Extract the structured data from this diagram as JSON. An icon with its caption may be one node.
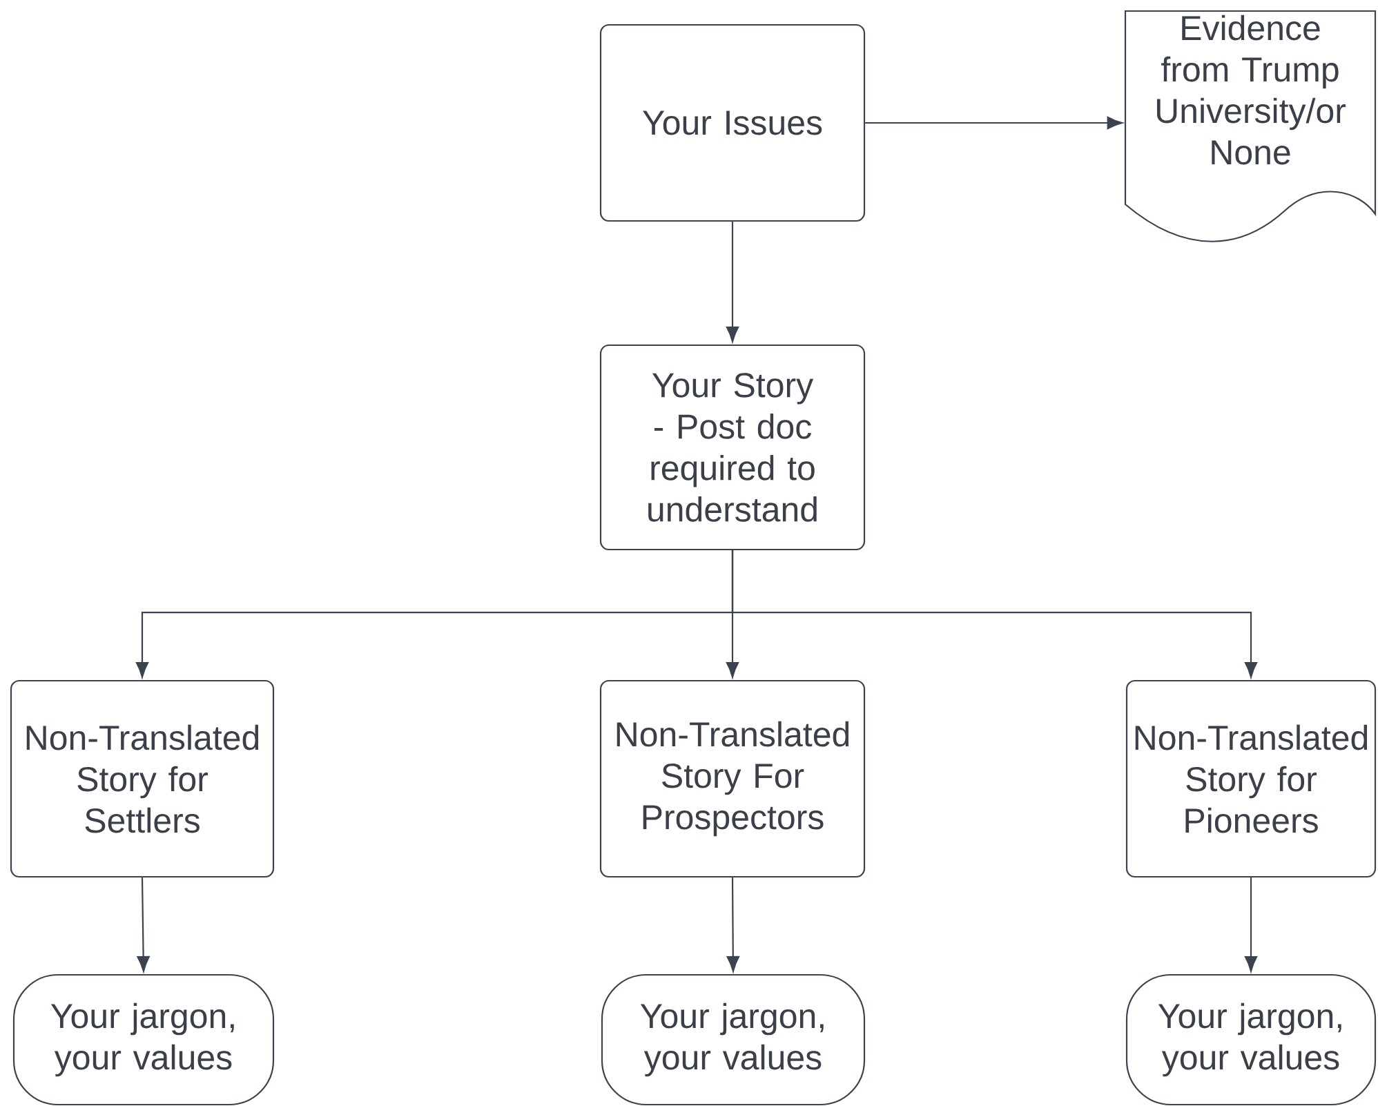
{
  "diagram": {
    "nodes": [
      {
        "text": [
          "Your Issues"
        ]
      },
      {
        "text": [
          "Evidence from Trump University/or None"
        ]
      },
      {
        "text": [
          "Your Story - Post doc required to understand"
        ]
      },
      {
        "text": [
          "Non-Translated Story for Settlers"
        ]
      },
      {
        "text": [
          "Non-Translated Story For Prospectors"
        ]
      },
      {
        "text": [
          "Non-Translated Story for Pioneers"
        ]
      },
      {
        "text": [
          "Your jargon, your values"
        ]
      },
      {
        "text": [
          "Your jargon, your values"
        ]
      },
      {
        "text": [
          "Your jargon, your values"
        ]
      }
    ],
    "edges": [
      {
        "from": 0,
        "to": 1,
        "arrow": "to"
      },
      {
        "from": 0,
        "to": 2,
        "arrow": "to"
      },
      {
        "from": 2,
        "to": 3,
        "arrow": "to"
      },
      {
        "from": 2,
        "to": 4,
        "arrow": "to"
      },
      {
        "from": 2,
        "to": 5,
        "arrow": "to"
      },
      {
        "from": 3,
        "to": 6,
        "arrow": "to"
      },
      {
        "from": 4,
        "to": 7,
        "arrow": "to"
      },
      {
        "from": 5,
        "to": 8,
        "arrow": "to"
      }
    ]
  }
}
